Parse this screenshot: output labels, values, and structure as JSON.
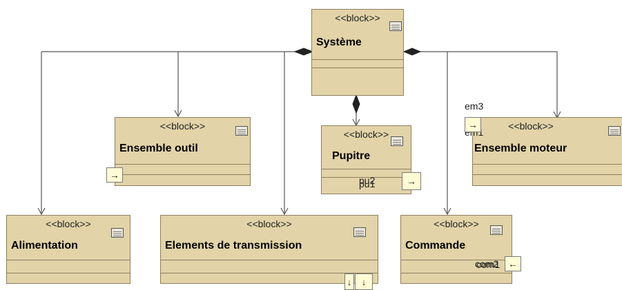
{
  "diagram": {
    "blocks": {
      "systeme": {
        "stereotype": "<<block>>",
        "name": "Système"
      },
      "ensemble_outil": {
        "stereotype": "<<block>>",
        "name": "Ensemble outil"
      },
      "pupitre": {
        "stereotype": "<<block>>",
        "name": "Pupitre"
      },
      "ensemble_moteur": {
        "stereotype": "<<block>>",
        "name": "Ensemble moteur"
      },
      "alimentation": {
        "stereotype": "<<block>>",
        "name": "Alimentation"
      },
      "elements_transmission": {
        "stereotype": "<<block>>",
        "name": "Elements de transmission"
      },
      "commande": {
        "stereotype": "<<block>>",
        "name": "Commande"
      }
    },
    "ports": {
      "pupitre_port_a": "pu2",
      "pupitre_port_b": "pu1",
      "moteur_port_a": "em3",
      "moteur_port_b": "em1",
      "commande_port_a": "com2",
      "commande_port_b": "com1"
    },
    "icons": {
      "block_icon": "compartment-icon",
      "port_in": "→",
      "port_out": "←",
      "port_down": "↓"
    },
    "colors": {
      "block_fill": "#e2d3a8",
      "block_border": "#8c7f5e",
      "port_fill": "#fffbd5",
      "connector": "#555555"
    }
  }
}
